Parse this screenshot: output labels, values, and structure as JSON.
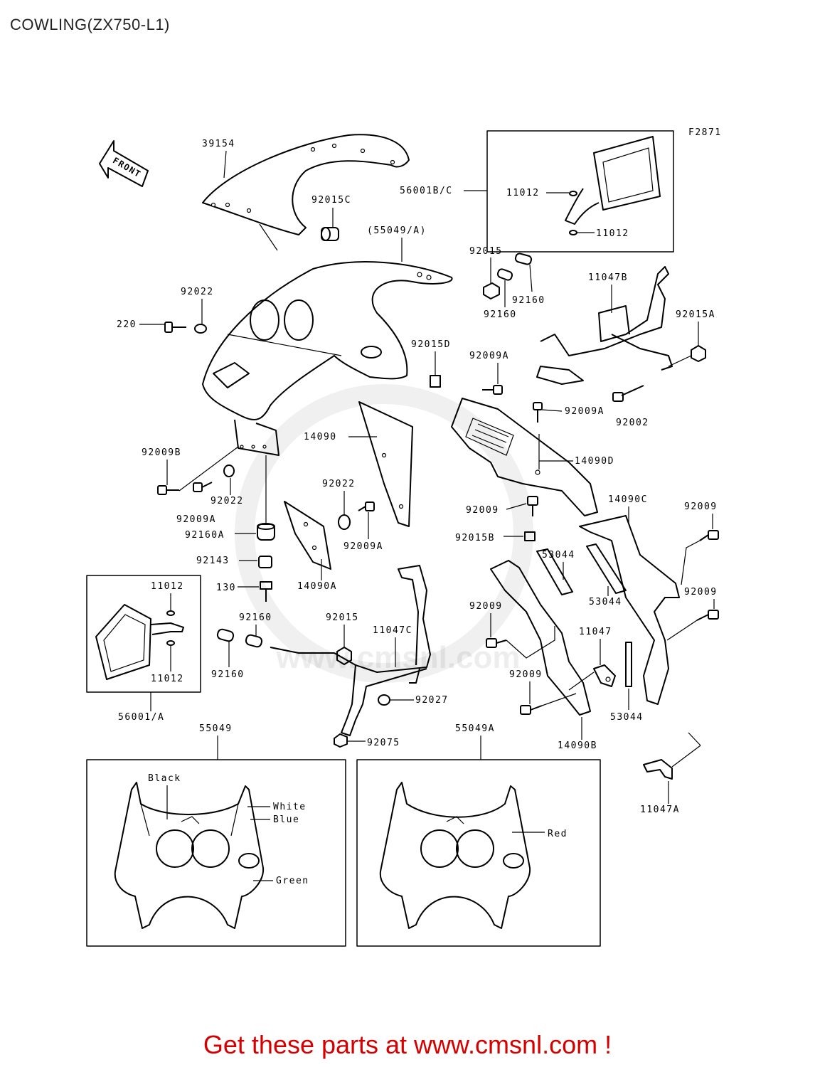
{
  "title": "COWLING(ZX750-L1)",
  "figure_code": "F2871",
  "front_arrow": "FRONT",
  "footer": "Get these parts at www.cmsnl.com !",
  "watermark": "www.cmsnl.com",
  "part_labels": {
    "p39154": "39154",
    "p92015C": "92015C",
    "p55049A_paren": "(55049/A)",
    "p56001BC": "56001B/C",
    "p11012_m1": "11012",
    "p11012_m2": "11012",
    "p92015_top": "92015",
    "p92160_top1": "92160",
    "p92160_top2": "92160",
    "p11047B": "11047B",
    "p92015A": "92015A",
    "p92022_top": "92022",
    "p220": "220",
    "p92015D": "92015D",
    "p92009A_top": "92009A",
    "p92009A_mid": "92009A",
    "p92002": "92002",
    "p14090": "14090",
    "p14090D": "14090D",
    "p92009B": "92009B",
    "p92022_left": "92022",
    "p92009A_left": "92009A",
    "p92022_mid": "92022",
    "p92009A_center": "92009A",
    "p92009_mid": "92009",
    "p14090C": "14090C",
    "p92009_r1": "92009",
    "p92160A": "92160A",
    "p92015B": "92015B",
    "p53044_1": "53044",
    "p53044_2": "53044",
    "p92143": "92143",
    "p14090A": "14090A",
    "p130": "130",
    "p11012_l1": "11012",
    "p11012_l2": "11012",
    "p92160_a": "92160",
    "p92015_mid": "92015",
    "p11047C": "11047C",
    "p92009_lower": "92009",
    "p11047": "11047",
    "p92009_r2": "92009",
    "p92160_b": "92160",
    "p56001A": "56001/A",
    "p92027": "92027",
    "p92009_bottom": "92009",
    "p53044_3": "53044",
    "p92075": "92075",
    "p14090B": "14090B",
    "p55049": "55049",
    "p55049A": "55049A",
    "p11047A": "11047A"
  },
  "color_labels": {
    "black": "Black",
    "white": "White",
    "blue": "Blue",
    "green": "Green",
    "red": "Red"
  }
}
